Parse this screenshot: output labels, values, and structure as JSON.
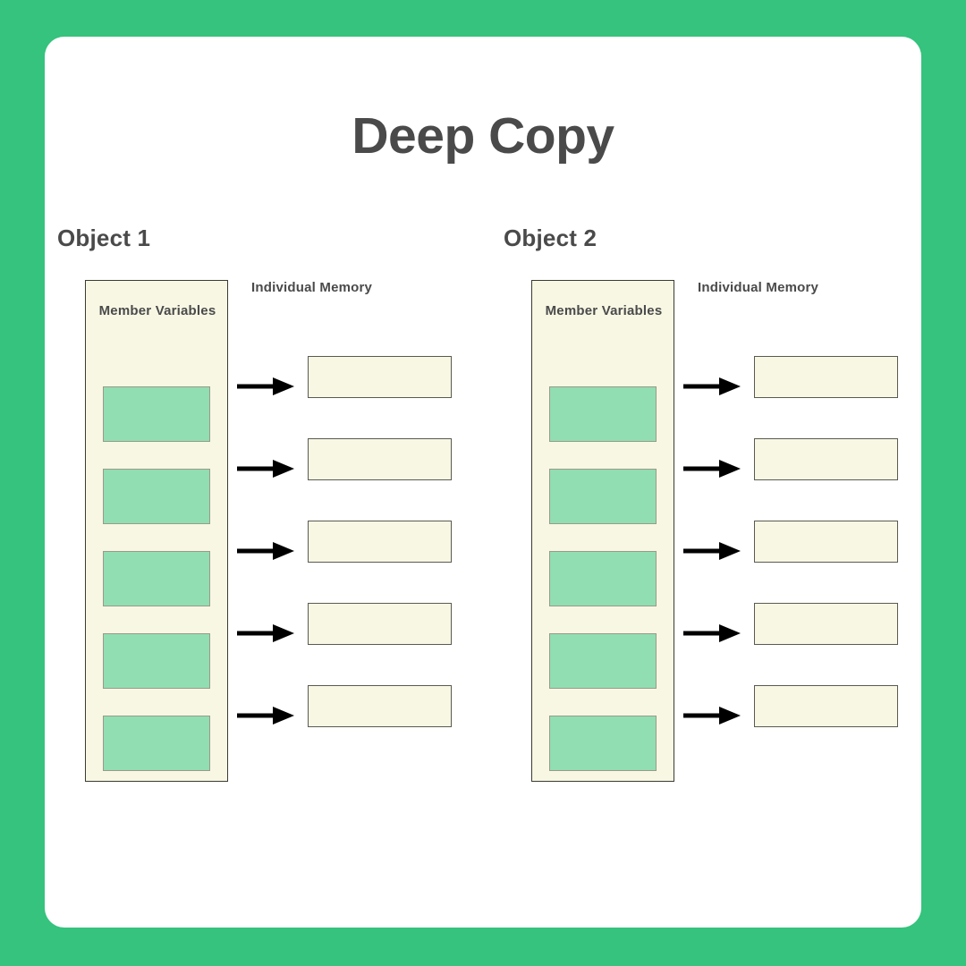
{
  "page": {
    "title": "Deep Copy",
    "background_color": "#35c37d",
    "card_color": "#ffffff",
    "title_color": "#4a4a4a"
  },
  "palette": {
    "accent_green": "#35c37d",
    "slot_green": "#91deb2",
    "slot_border": "#9a9a8a",
    "cream": "#f8f7e4",
    "container_border": "#3b3b33",
    "memory_border": "#5a5a52",
    "arrow_color": "#000000",
    "text_color": "#4a4a4a"
  },
  "objects": [
    {
      "title": "Object 1",
      "member_variables_label": "Member Variables",
      "memory_label": "Individual Memory",
      "slots": [
        "",
        "",
        "",
        "",
        ""
      ],
      "memory_cells": [
        "",
        "",
        "",
        "",
        ""
      ],
      "arrow_icon": "arrow-right-icon"
    },
    {
      "title": "Object 2",
      "member_variables_label": "Member Variables",
      "memory_label": "Individual Memory",
      "slots": [
        "",
        "",
        "",
        "",
        ""
      ],
      "memory_cells": [
        "",
        "",
        "",
        "",
        ""
      ],
      "arrow_icon": "arrow-right-icon"
    }
  ]
}
